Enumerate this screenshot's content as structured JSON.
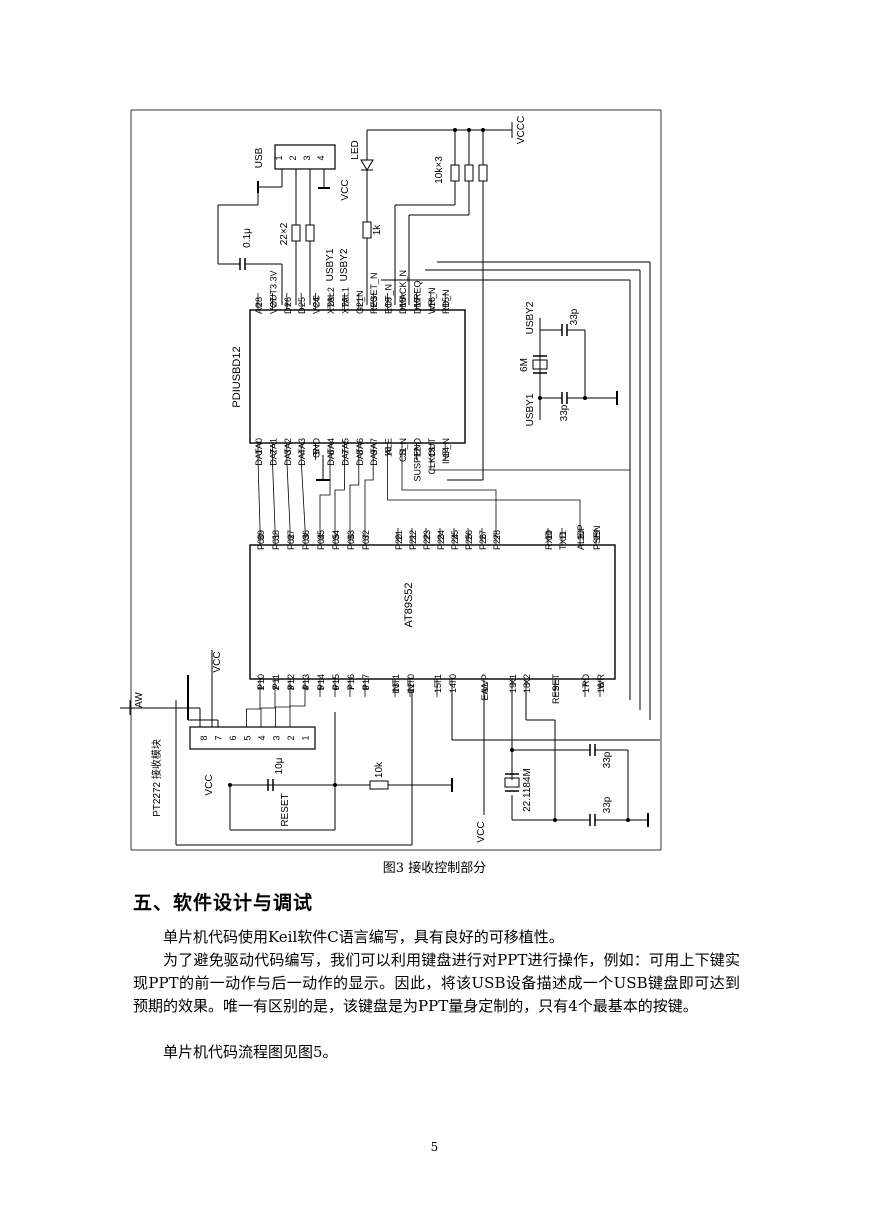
{
  "figure": {
    "caption": "图3 接收控制部分",
    "usb": {
      "title": "USB",
      "pins": [
        "1",
        "2",
        "3",
        "4"
      ]
    },
    "led_label": "LED",
    "res_pullup": "10k×3",
    "vccc": "VCCC",
    "vcc": "VCC",
    "cap_01u": "0.1μ",
    "res_22x2": "22×2",
    "res_1k": "1k",
    "usby1": "USBY1",
    "usby2": "USBY2",
    "pdiusbd12": {
      "name": "PDIUSBD12",
      "left_pins": [
        {
          "num": "1",
          "name": "DATA0"
        },
        {
          "num": "2",
          "name": "DATA1"
        },
        {
          "num": "3",
          "name": "DATA2"
        },
        {
          "num": "4",
          "name": "DATA3"
        },
        {
          "num": "5",
          "name": "GND"
        },
        {
          "num": "6",
          "name": "DATA4"
        },
        {
          "num": "7",
          "name": "DATA5"
        },
        {
          "num": "8",
          "name": "DATA6"
        },
        {
          "num": "9",
          "name": "DATA7"
        },
        {
          "num": "10",
          "name": "ALE"
        },
        {
          "num": "11",
          "name": "CS_N"
        },
        {
          "num": "12",
          "name": "SUSPEND"
        },
        {
          "num": "13",
          "name": "CLKOUT"
        },
        {
          "num": "14",
          "name": "INT_N"
        }
      ],
      "right_pins": [
        {
          "num": "28",
          "name": "A0"
        },
        {
          "num": "27",
          "name": "VOUT3.3V"
        },
        {
          "num": "26",
          "name": "D+"
        },
        {
          "num": "25",
          "name": "D-"
        },
        {
          "num": "24",
          "name": "VCC"
        },
        {
          "num": "23",
          "name": "XTAL2"
        },
        {
          "num": "22",
          "name": "XTAL1"
        },
        {
          "num": "21",
          "name": "GL_N"
        },
        {
          "num": "20",
          "name": "RESET_N"
        },
        {
          "num": "19",
          "name": "EOT_N"
        },
        {
          "num": "18",
          "name": "DMACK_N"
        },
        {
          "num": "17",
          "name": "DMREQ"
        },
        {
          "num": "16",
          "name": "WR_N"
        },
        {
          "num": "15",
          "name": "RD_N"
        }
      ]
    },
    "crystal_6m": "6M",
    "cap_33p": "33p",
    "at89s52": {
      "name": "AT89S52",
      "top_pins": [
        {
          "num": "39",
          "name": "P00"
        },
        {
          "num": "38",
          "name": "P01"
        },
        {
          "num": "37",
          "name": "P02"
        },
        {
          "num": "36",
          "name": "P03"
        },
        {
          "num": "35",
          "name": "P04"
        },
        {
          "num": "34",
          "name": "P05"
        },
        {
          "num": "33",
          "name": "P06"
        },
        {
          "num": "32",
          "name": "P07"
        },
        {
          "num": "21",
          "name": "P20"
        },
        {
          "num": "22",
          "name": "P21"
        },
        {
          "num": "23",
          "name": "P22"
        },
        {
          "num": "24",
          "name": "P23"
        },
        {
          "num": "25",
          "name": "P24"
        },
        {
          "num": "26",
          "name": "P25"
        },
        {
          "num": "27",
          "name": "P26"
        },
        {
          "num": "28",
          "name": "P27"
        },
        {
          "num": "10",
          "name": "RXD"
        },
        {
          "num": "11",
          "name": "TXD"
        },
        {
          "num": "30",
          "name": "ALE/P"
        },
        {
          "num": "29",
          "name": "PSEN"
        }
      ],
      "bottom_pins": [
        {
          "num": "1",
          "name": "P10"
        },
        {
          "num": "2",
          "name": "P11"
        },
        {
          "num": "3",
          "name": "P12"
        },
        {
          "num": "4",
          "name": "P13"
        },
        {
          "num": "5",
          "name": "P14"
        },
        {
          "num": "6",
          "name": "P15"
        },
        {
          "num": "7",
          "name": "P16"
        },
        {
          "num": "8",
          "name": "P17"
        },
        {
          "num": "13",
          "name": "INT1"
        },
        {
          "num": "12",
          "name": "INT0"
        },
        {
          "num": "15",
          "name": "T1"
        },
        {
          "num": "14",
          "name": "T0"
        },
        {
          "num": "31",
          "name": "EA/VP"
        },
        {
          "num": "19",
          "name": "X1"
        },
        {
          "num": "18",
          "name": "X2"
        },
        {
          "num": "9",
          "name": "RESET"
        },
        {
          "num": "17",
          "name": "RD"
        },
        {
          "num": "16",
          "name": "WR"
        }
      ]
    },
    "aw_label": "AW",
    "pt2272": {
      "label": "PT2272 接收模块",
      "pins": [
        "8",
        "7",
        "6",
        "5",
        "4",
        "3",
        "2",
        "1"
      ]
    },
    "cap_10u": "10μ",
    "res_10k": "10k",
    "reset_label": "RESET",
    "crystal_22m": "22.1184M"
  },
  "section": {
    "heading": "五、软件设计与调试",
    "paragraphs": [
      "单片机代码使用Keil软件C语言编写，具有良好的可移植性。",
      "为了避免驱动代码编写，我们可以利用键盘进行对PPT进行操作，例如：可用上下键实现PPT的前一动作与后一动作的显示。因此，将该USB设备描述成一个USB键盘即可达到预期的效果。唯一有区别的是，该键盘是为PPT量身定制的，只有4个最基本的按键。",
      "单片机代码流程图见图5。"
    ]
  },
  "page_number": "5"
}
